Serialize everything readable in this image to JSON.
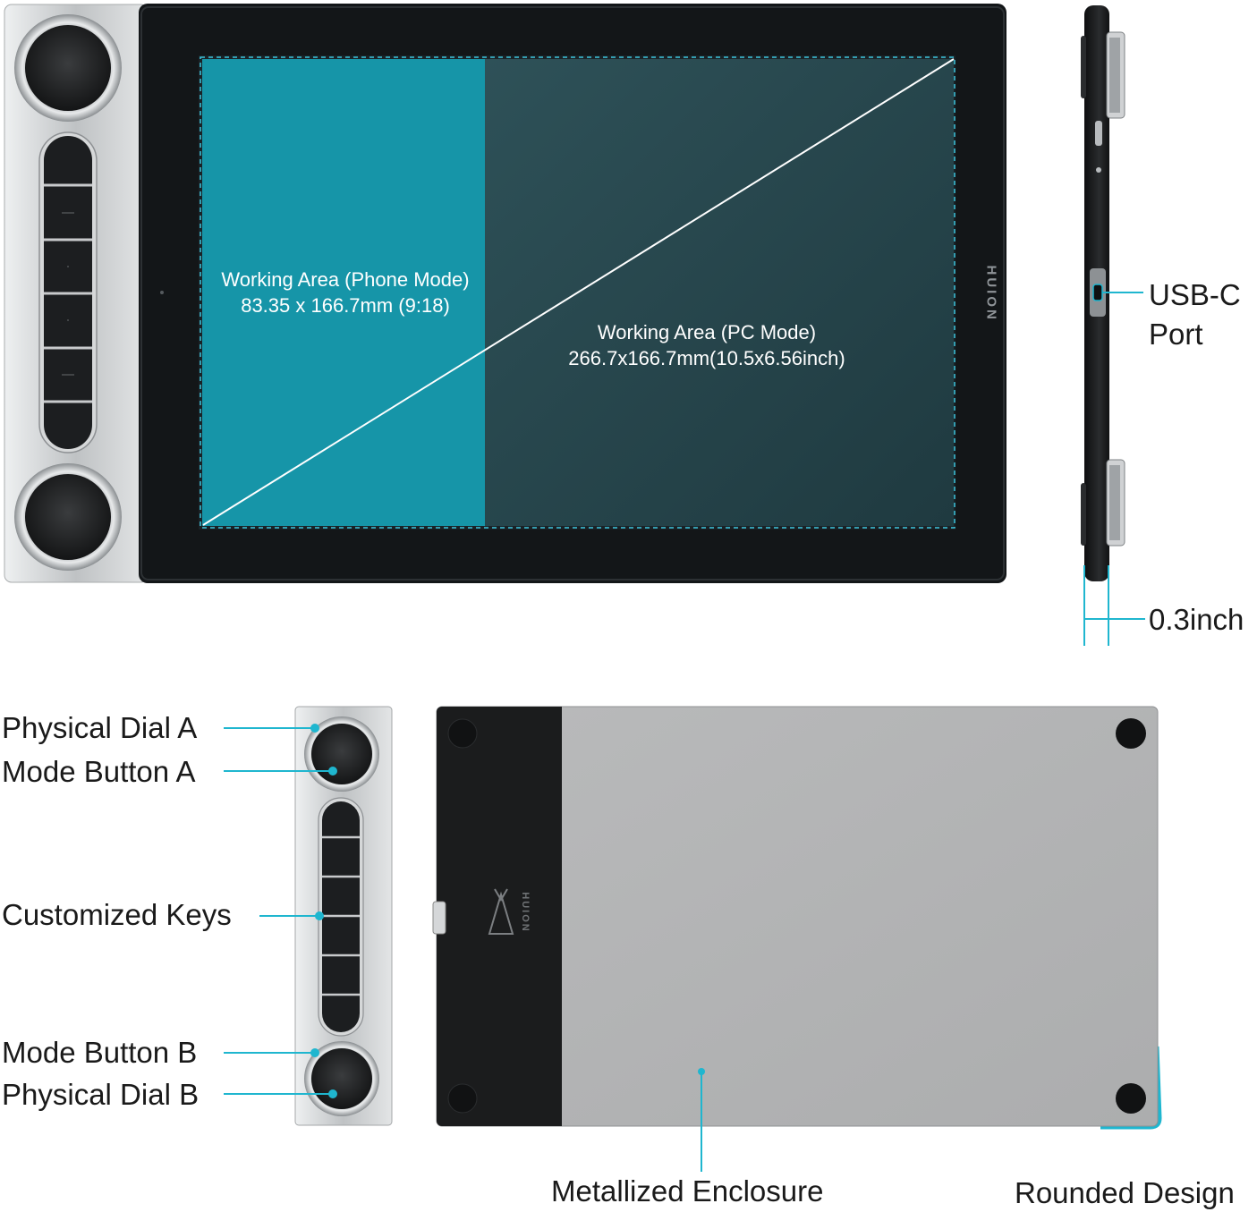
{
  "tablet": {
    "brand": "HUION",
    "phone_area": {
      "title": "Working Area (Phone Mode)",
      "dims": "83.35 x 166.7mm (9:18)"
    },
    "pc_area": {
      "title": "Working Area (PC Mode)",
      "dims": "266.7x166.7mm(10.5x6.56inch)"
    }
  },
  "side_view": {
    "port_label_line1": "USB-C",
    "port_label_line2": "Port",
    "thickness_label": "0.3inch"
  },
  "controls": {
    "dial_a": "Physical Dial A",
    "mode_a": "Mode Button A",
    "keys": "Customized Keys",
    "mode_b": "Mode Button B",
    "dial_b": "Physical Dial B"
  },
  "back_view": {
    "brand": "HUION",
    "enclosure": "Metallized Enclosure",
    "rounded": "Rounded Design"
  },
  "colors": {
    "accent": "#1fb6cf",
    "phone_area": "#1595a8",
    "pc_area": "#2a4a52",
    "tablet_body": "#111416",
    "metal": "#c9cbcd"
  }
}
